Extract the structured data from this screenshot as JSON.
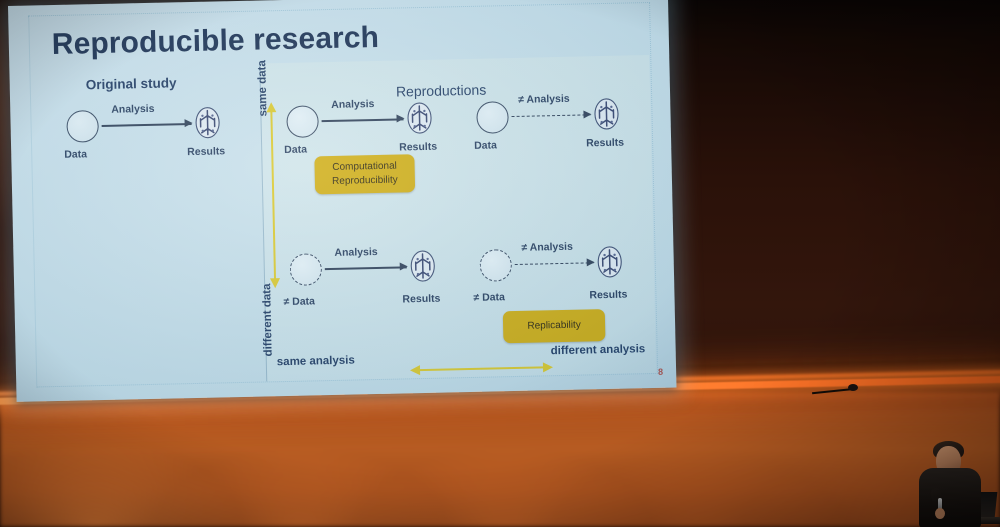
{
  "slide": {
    "title": "Reproducible research",
    "slide_number": "8",
    "left_panel_title": "Original study",
    "right_panel_title": "Reproductions",
    "vertical_axis": {
      "top_label": "same data",
      "bottom_label": "different data",
      "icon": "double-arrow-vertical"
    },
    "horizontal_axis": {
      "left_label": "same analysis",
      "right_label": "different analysis",
      "icon": "double-arrow-horizontal"
    },
    "flows": [
      {
        "id": "original",
        "data_label": "Data",
        "data_style": "solid-circle",
        "analysis_label": "Analysis",
        "arrow_style": "solid",
        "results_label": "Results"
      },
      {
        "id": "repro-same-data-same-analysis",
        "data_label": "Data",
        "data_style": "solid-circle",
        "analysis_label": "Analysis",
        "arrow_style": "solid",
        "results_label": "Results"
      },
      {
        "id": "repro-same-data-diff-analysis",
        "data_label": "Data",
        "data_style": "solid-circle",
        "analysis_label": "≠ Analysis",
        "arrow_style": "dashed",
        "results_label": "Results"
      },
      {
        "id": "repro-diff-data-same-analysis",
        "data_label": "≠ Data",
        "data_style": "dashed-circle",
        "analysis_label": "Analysis",
        "arrow_style": "solid",
        "results_label": "Results"
      },
      {
        "id": "repro-diff-data-diff-analysis",
        "data_label": "≠ Data",
        "data_style": "dashed-circle",
        "analysis_label": "≠ Analysis",
        "arrow_style": "dashed",
        "results_label": "Results"
      }
    ],
    "callouts": [
      {
        "id": "computational-reproducibility",
        "line1": "Computational",
        "line2": "Reproducibility"
      },
      {
        "id": "replicability",
        "line1": "Replicability",
        "line2": ""
      }
    ],
    "colors": {
      "slide_background": "#c6dfea",
      "title_text": "#11274a",
      "callout_fill": "#cda908",
      "axis_yellow": "#d9c623",
      "slide_number": "#b2443a",
      "node_outline": "#2c3f58",
      "stage_orange": "#ff7b2a"
    }
  },
  "scene": {
    "presenter": "speaker-with-handheld-microphone",
    "stage_light": "orange-led-strip",
    "laptop": "presenter-laptop",
    "mic_stand": "microphone-boom"
  }
}
